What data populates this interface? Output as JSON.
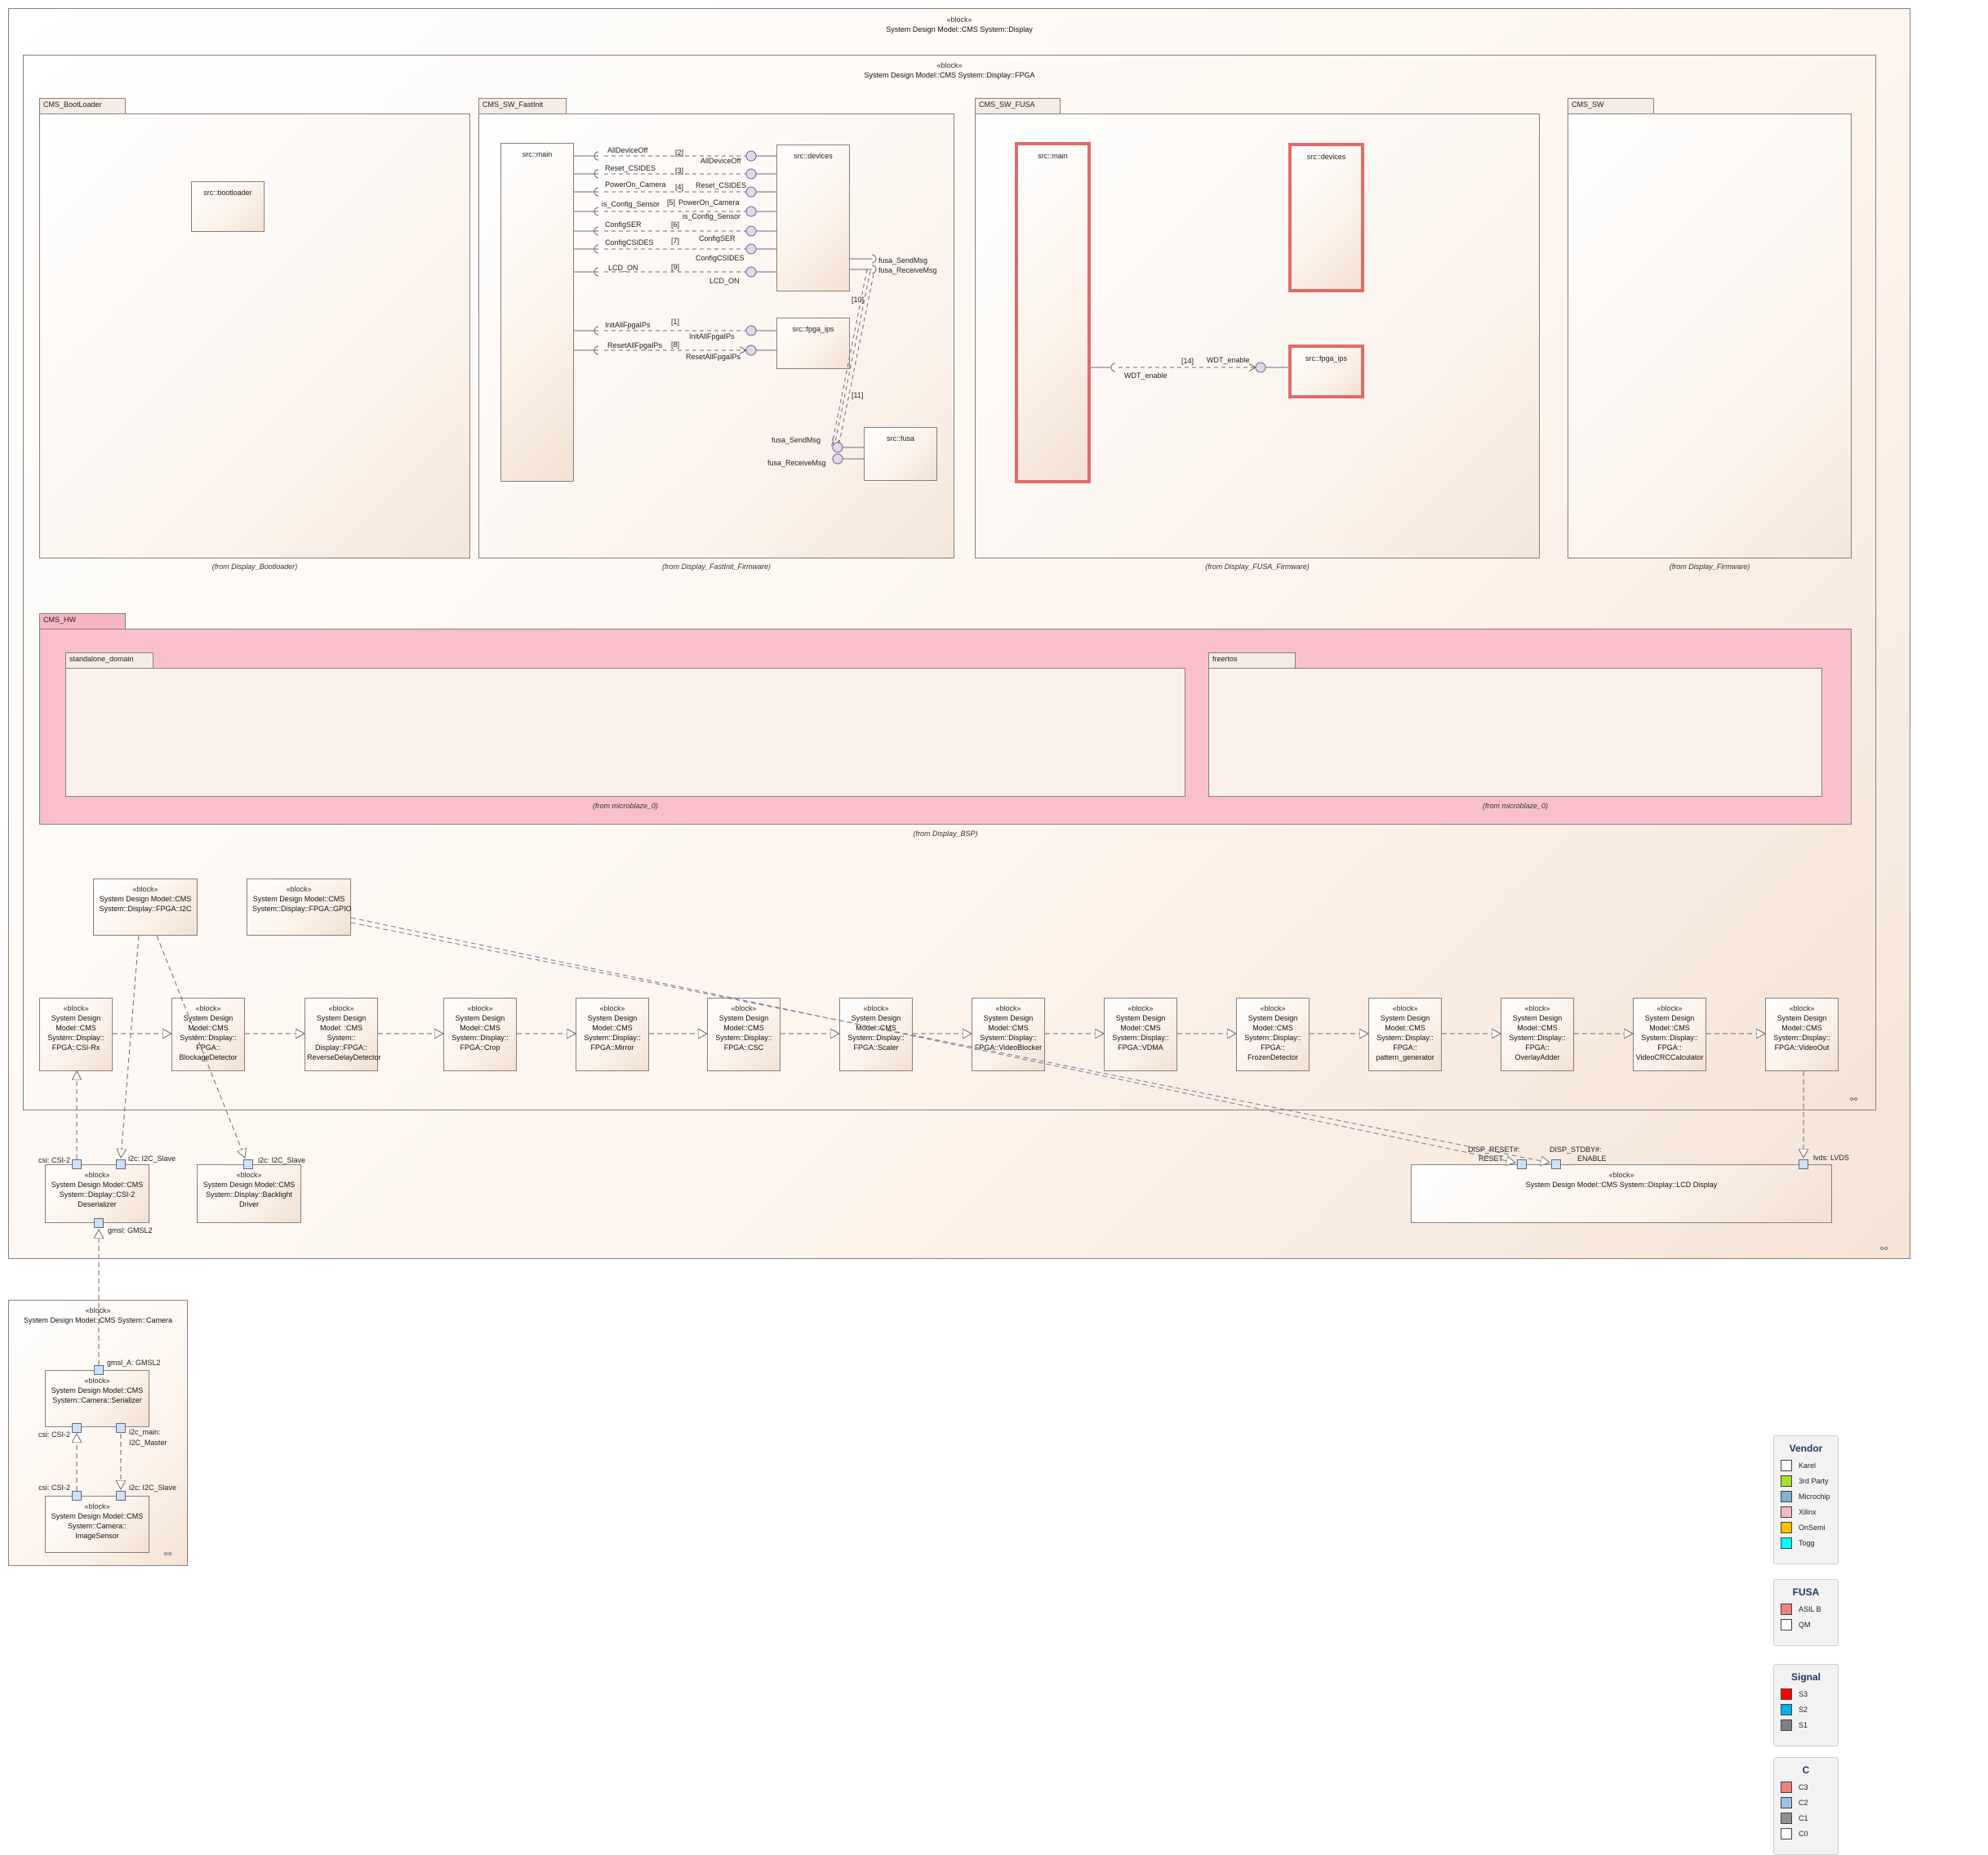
{
  "display_frame": {
    "stereotype": "«block»",
    "title": "System Design Model::CMS System::Display"
  },
  "fpga_frame": {
    "stereotype": "«block»",
    "title": "System Design Model::CMS System::Display::FPGA"
  },
  "bootloader_pkg": {
    "tab": "CMS_BootLoader",
    "component": "src::bootloader",
    "from": "(from Display_Bootloader)"
  },
  "fastinit_pkg": {
    "tab": "CMS_SW_FastInit",
    "components": {
      "main": "src::main",
      "devices": "src::devices",
      "fpga_ips": "src::fpga_ips",
      "fusa": "src::fusa"
    },
    "labels": {
      "alldeviceoff_req": "AllDeviceOff",
      "alldeviceoff_prov": "AllDeviceOff",
      "n2": "[2]",
      "reset_csides_req": "Reset_CSIDES",
      "reset_csides_prov": "Reset_CSIDES",
      "n3": "[3]",
      "poweron_camera_req": "PowerOn_Camera",
      "poweron_camera_prov": "PowerOn_Camera",
      "n4": "[4]",
      "is_config_sensor_req": "is_Config_Sensor",
      "is_config_sensor_prov": "is_Config_Sensor",
      "n5": "[5]",
      "configser_req": "ConfigSER",
      "configser_prov": "ConfigSER",
      "n6": "[6]",
      "configcsides_req": "ConfigCSIDES",
      "configcsides_prov": "ConfigCSIDES",
      "n7": "[7]",
      "lcd_on_req": "LCD_ON",
      "lcd_on_prov": "LCD_ON",
      "n9": "[9]",
      "initallfpgaips_req": "InitAllFpgaIPs",
      "initallfpgaips_prov": "InitAllFpgaIPs",
      "n1": "[1]",
      "resetallfpgaips_req": "ResetAllFpgaIPs",
      "resetallfpgaips_prov": "ResetAllFpgaIPs",
      "n8": "[8]",
      "fusa_sendmsg_a": "fusa_SendMsg",
      "fusa_receivemsg_a": "fusa_ReceiveMsg",
      "fusa_sendmsg_b": "fusa_SendMsg",
      "fusa_receivemsg_b": "fusa_ReceiveMsg",
      "n10": "[10]",
      "n11": "[11]"
    },
    "from": "(from Display_FastInit_Firmware)"
  },
  "fusa_pkg": {
    "tab": "CMS_SW_FUSA",
    "components": {
      "main": "src::main",
      "devices": "src::devices",
      "fpga_ips": "src::fpga_ips"
    },
    "labels": {
      "wdt_req": "WDT_enable",
      "wdt_prov": "WDT_enable",
      "n14": "[14]"
    },
    "from": "(from Display_FUSA_Firmware)"
  },
  "sw_pkg": {
    "tab": "CMS_SW",
    "from": "(from Display_Firmware)"
  },
  "hw_pkg": {
    "tab": "CMS_HW",
    "standalone_tab": "standalone_domain",
    "standalone_from": "(from microblaze_0)",
    "freertos_tab": "freertos",
    "freertos_from": "(from microblaze_0)",
    "from": "(from Display_BSP)"
  },
  "top_blocks": [
    {
      "stereotype": "«block»",
      "title": "System Design Model::CMS System::Display::FPGA::I2C"
    },
    {
      "stereotype": "«block»",
      "title": "System Design Model::CMS System::Display::FPGA::GPIO"
    }
  ],
  "pipeline": [
    {
      "stereotype": "«block»",
      "title": "System Design Model::CMS System::Display:: FPGA::CSI-Rx"
    },
    {
      "stereotype": "«block»",
      "title": "System Design Model::CMS System::Display:: FPGA:: BlockageDetector"
    },
    {
      "stereotype": "«block»",
      "title": "System Design Model: :CMS System:: Display::FPGA:: ReverseDelayDetector"
    },
    {
      "stereotype": "«block»",
      "title": "System Design Model::CMS System::Display:: FPGA::Crop"
    },
    {
      "stereotype": "«block»",
      "title": "System Design Model::CMS System::Display:: FPGA::Mirror"
    },
    {
      "stereotype": "«block»",
      "title": "System Design Model::CMS System::Display:: FPGA::CSC"
    },
    {
      "stereotype": "«block»",
      "title": "System Design Model::CMS System::Display:: FPGA::Scaler"
    },
    {
      "stereotype": "«block»",
      "title": "System Design Model::CMS System::Display:: FPGA::VideoBlocker"
    },
    {
      "stereotype": "«block»",
      "title": "System Design Model::CMS System::Display:: FPGA::VDMA"
    },
    {
      "stereotype": "«block»",
      "title": "System Design Model::CMS System::Display:: FPGA:: FrozenDetector"
    },
    {
      "stereotype": "«block»",
      "title": "System Design Model::CMS System::Display:: FPGA:: pattern_generator"
    },
    {
      "stereotype": "«block»",
      "title": "System Design Model::CMS System::Display:: FPGA:: OverlayAdder"
    },
    {
      "stereotype": "«block»",
      "title": "System Design Model::CMS System::Display:: FPGA:: VideoCRCCalculator"
    },
    {
      "stereotype": "«block»",
      "title": "System Design Model::CMS System::Display:: FPGA::VideoOut"
    }
  ],
  "deserializer": {
    "stereotype": "«block»",
    "title": "System Design Model::CMS System::Display::CSI-2 Deserializer",
    "port_csi": "csi: CSI-2",
    "port_i2c": "i2c: I2C_Slave",
    "port_gmsl": "gmsl: GMSL2"
  },
  "backlight": {
    "stereotype": "«block»",
    "title": "System Design Model::CMS System::Display::Backlight Driver",
    "port_i2c": "i2c: I2C_Slave"
  },
  "lcd": {
    "stereotype": "«block»",
    "title": "System Design Model::CMS System::Display::LCD Display",
    "port_reset_a": "DISP_RESET#:",
    "port_reset_b": "RESET",
    "port_stby_a": "DISP_STDBY#:",
    "port_stby_b": "ENABLE",
    "port_lvds": "lvds: LVDS"
  },
  "camera": {
    "stereotype": "«block»",
    "title": "System Design Model::CMS System::Camera",
    "serializer": {
      "stereotype": "«block»",
      "title": "System Design Model::CMS System::Camera::Serializer",
      "port_gmsl": "gmsl_A: GMSL2",
      "port_csi": "csi: CSI-2",
      "port_i2c_a": "i2c_main:",
      "port_i2c_b": "I2C_Master"
    },
    "sensor": {
      "stereotype": "«block»",
      "title": "System Design Model::CMS System::Camera:: ImageSensor",
      "port_csi": "csi: CSI-2",
      "port_i2c": "i2c: I2C_Slave"
    }
  },
  "legends": [
    {
      "title": "Vendor",
      "items": [
        {
          "label": "Karel",
          "color": "#ffffff"
        },
        {
          "label": "3rd Party",
          "color": "#a6e22e"
        },
        {
          "label": "Microchip",
          "color": "#7fb3d5"
        },
        {
          "label": "Xilinx",
          "color": "#f7b6c2"
        },
        {
          "label": "OnSemi",
          "color": "#ffc000"
        },
        {
          "label": "Togg",
          "color": "#00ffff"
        }
      ]
    },
    {
      "title": "FUSA",
      "items": [
        {
          "label": "ASIL B",
          "color": "#f08080"
        },
        {
          "label": "QM",
          "color": "#ffffff"
        }
      ]
    },
    {
      "title": "Signal",
      "items": [
        {
          "label": "S3",
          "color": "#ff0000"
        },
        {
          "label": "S2",
          "color": "#00b0f0"
        },
        {
          "label": "S1",
          "color": "#808080"
        }
      ]
    },
    {
      "title": "C",
      "items": [
        {
          "label": "C3",
          "color": "#f08080"
        },
        {
          "label": "C2",
          "color": "#9dc3e6"
        },
        {
          "label": "C1",
          "color": "#909090"
        },
        {
          "label": "C0",
          "color": "#ffffff"
        }
      ]
    }
  ]
}
